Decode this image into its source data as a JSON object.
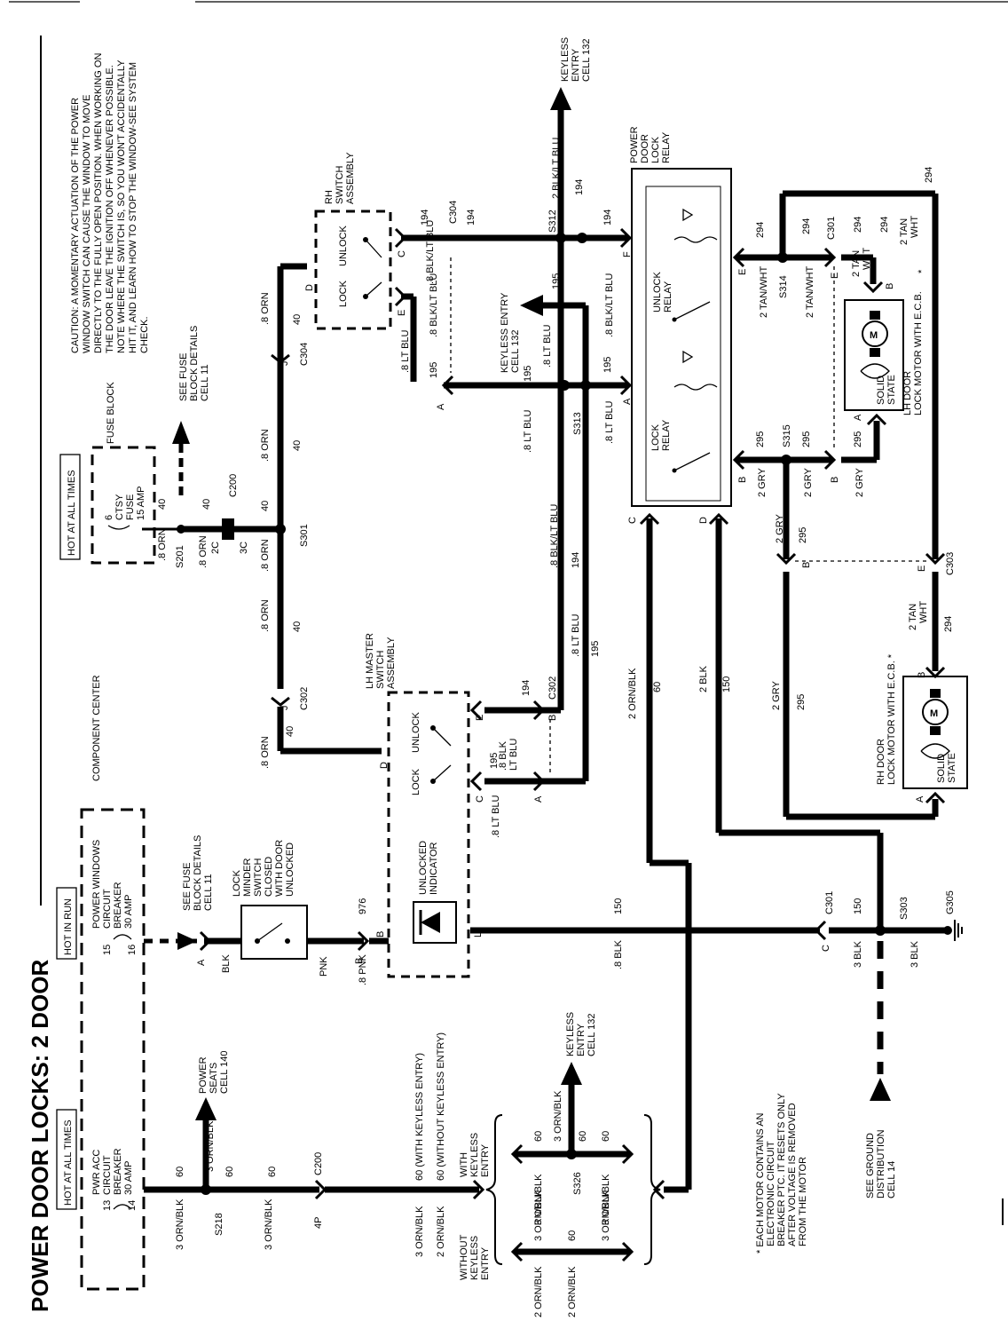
{
  "title": "POWER DOOR LOCKS: 2 DOOR",
  "hot_labels": {
    "hot_at_all_times": "HOT AT ALL TIMES",
    "hot_in_run": "HOT IN RUN"
  },
  "component_center": "COMPONENT CENTER",
  "fuse_block": "FUSE BLOCK",
  "breakers": {
    "pwr_acc": [
      "PWR ACC",
      "CIRCUIT",
      "BREAKER",
      "30 AMP"
    ],
    "pwr_acc_pins": [
      "13",
      "14"
    ],
    "power_windows": [
      "POWER WINDOWS",
      "CIRCUIT",
      "BREAKER",
      "30 AMP"
    ],
    "power_windows_pins": [
      "15",
      "16"
    ],
    "ctsy": [
      "6",
      "CTSY",
      "FUSE",
      "15 AMP"
    ]
  },
  "caution_text": [
    "CAUTION: A MOMENTARY ACTUATION OF THE POWER",
    "WINDOW SWITCH CAN CAUSE THE WINDOW TO MOVE",
    "DIRECTLY TO THE FULLY OPEN POSITION. WHEN WORKING ON",
    "THE DOOR LEAVE THE IGNITION OFF WHENEVER POSSIBLE.",
    "NOTE WHERE THE SWITCH IS, SO YOU WON'T ACCIDENTALLY",
    "HIT IT, AND LEARN HOW TO STOP THE WINDOW-SEE SYSTEM",
    "CHECK."
  ],
  "see_refs": {
    "fuse_block_1": [
      "SEE FUSE",
      "BLOCK DETAILS",
      "CELL 11"
    ],
    "fuse_block_2": [
      "SEE FUSE",
      "BLOCK DETAILS",
      "CELL 11"
    ],
    "keyless_top": [
      "KEYLESS",
      "ENTRY",
      "CELL 132"
    ],
    "keyless_mid": [
      "KEYLESS ENTRY",
      "CELL 132"
    ],
    "keyless_bottom": [
      "KEYLESS",
      "ENTRY",
      "CELL 132"
    ],
    "power_seats": [
      "POWER",
      "SEATS",
      "CELL 140"
    ],
    "ground": [
      "SEE GROUND",
      "DISTRIBUTION",
      "CELL 14"
    ]
  },
  "components": {
    "rh_switch": [
      "RH",
      "SWITCH",
      "ASSEMBLY"
    ],
    "lh_master": [
      "LH MASTER",
      "SWITCH",
      "ASSEMBLY"
    ],
    "relay": [
      "POWER",
      "DOOR",
      "LOCK",
      "RELAY"
    ],
    "unlock_relay": [
      "UNLOCK",
      "RELAY"
    ],
    "lock_relay": [
      "LOCK",
      "RELAY"
    ],
    "lock_minder": [
      "LOCK",
      "MINDER",
      "SWITCH",
      "CLOSED",
      "WITH DOOR",
      "UNLOCKED"
    ],
    "unlocked_indicator": [
      "UNLOCKED",
      "INDICATOR"
    ],
    "lh_motor": [
      "LH DOOR",
      "LOCK MOTOR WITH E.C.B."
    ],
    "rh_motor": [
      "RH DOOR",
      "LOCK MOTOR WITH E.C.B. *"
    ],
    "solid_state": [
      "SOLID",
      "STATE"
    ],
    "motor_symbol": "M",
    "unlock": "UNLOCK",
    "lock": "LOCK"
  },
  "footnote": [
    "* EACH MOTOR CONTAINS AN",
    "ELECTRONIC CIRCUIT",
    "BREAKER PTC. IT RESETS ONLY",
    "AFTER VOLTAGE IS REMOVED",
    "FROM THE MOTOR"
  ],
  "wire_labels": {
    "orn40": ".8 ORN",
    "c40": "40",
    "orn_blk3": "3 ORN/BLK",
    "orn_blk2": "2 ORN/BLK",
    "c60": "60",
    "lt_blu": ".8 LT BLU",
    "c195": "195",
    "blk_lt_blu": ".8 BLK/LT BLU",
    "c194": "194",
    "blk_lt_blu2": "2 BLK/LT BLU",
    "tan_wht": "2 TAN/WHT",
    "tan_wht2": "2 TAN WHT",
    "c294": "294",
    "gry": "2 GRY",
    "c295": "295",
    "blk2": "2 BLK",
    "c150": "150",
    "blk8": ".8 BLK",
    "blk3": "3 BLK",
    "pnk": ".8 PNK",
    "pnk2": "PNK",
    "c976": "976",
    "blk": "BLK",
    "with_keyless": "60 (WITH KEYLESS ENTRY)",
    "without_keyless": "60 (WITHOUT KEYLESS ENTRY)",
    "with_keyless_entry": [
      "WITH",
      "KEYLESS",
      "ENTRY"
    ],
    "without_keyless_entry": [
      "WITHOUT",
      "KEYLESS",
      "ENTRY"
    ],
    "blk_blu_lbl": [
      ".8 BLK",
      "LT BLU"
    ]
  },
  "connectors": {
    "c200": "C200",
    "c302": "C302",
    "c304": "C304",
    "c301": "C301",
    "c303": "C303",
    "c2c": "2C",
    "c3c": "3C",
    "c4p": "4P"
  },
  "splices": {
    "s201": "S201",
    "s218": "S218",
    "s301": "S301",
    "s312": "S312",
    "s313": "S313",
    "s314": "S314",
    "s315": "S315",
    "s326": "S326",
    "s303": "S303",
    "g305": "G305"
  },
  "pins": {
    "A": "A",
    "B": "B",
    "C": "C",
    "D": "D",
    "E": "E",
    "F": "F",
    "J": "J",
    "L": "L"
  }
}
